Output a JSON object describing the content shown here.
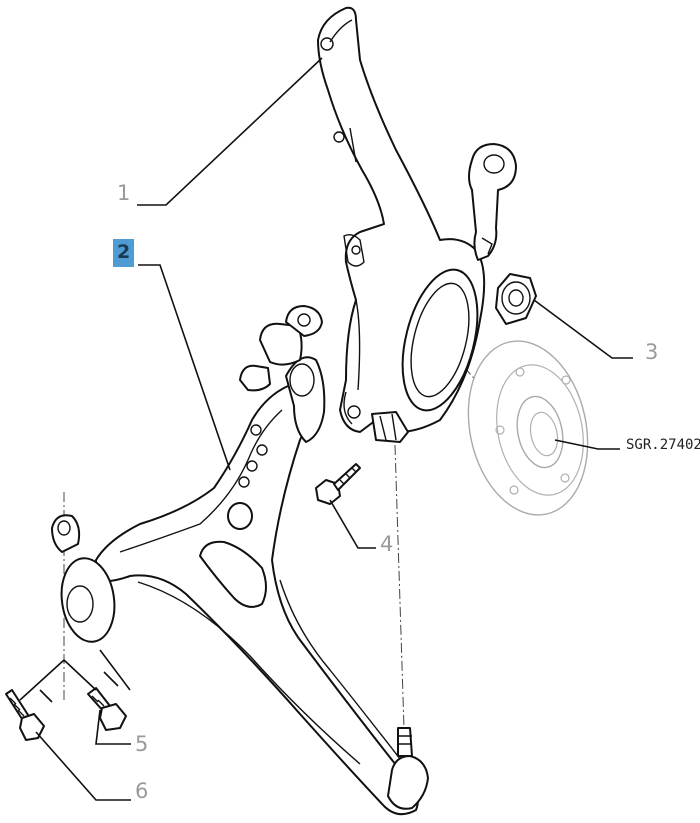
{
  "callouts": {
    "c1": "1",
    "c2": "2",
    "c3": "3",
    "c4": "4",
    "c5": "5",
    "c6": "6"
  },
  "reference_code": "SGR.27402",
  "colors": {
    "highlight_fill": "#4f9bd4",
    "callout_text": "#9a9a9a",
    "line": "#111111"
  }
}
